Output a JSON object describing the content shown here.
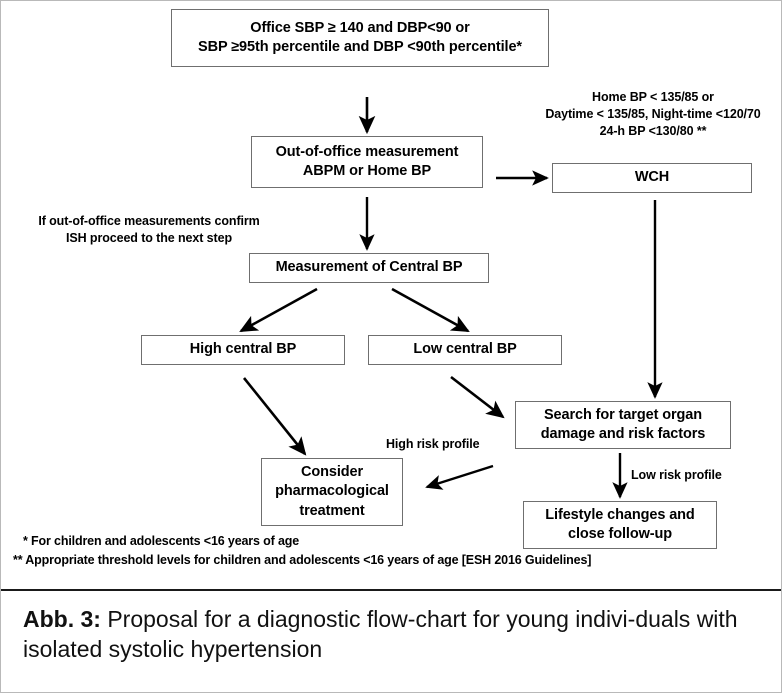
{
  "figure": {
    "nodes": {
      "office_bp": "Office SBP ≥ 140 and DBP<90 or\nSBP ≥95th percentile and DBP <90th percentile*",
      "out_of_office": "Out-of-office measurement\nABPM or Home BP",
      "wch": "WCH",
      "central_bp": "Measurement of Central BP",
      "high_central": "High central BP",
      "low_central": "Low central BP",
      "search_damage": "Search for target organ\ndamage and risk factors",
      "consider_treatment": "Consider\npharmacological\ntreatment",
      "lifestyle": "Lifestyle changes and\nclose follow-up"
    },
    "annotations": {
      "home_bp_criteria": "Home BP < 135/85 or\nDaytime < 135/85, Night-time <120/70\n24-h BP <130/80 **",
      "ish_confirm": "If out-of-office measurements confirm\nISH proceed to the next step"
    },
    "edge_labels": {
      "high_risk": "High risk profile",
      "low_risk": "Low risk profile"
    },
    "footnotes": {
      "one": "* For children and adolescents <16 years of age",
      "two": "** Appropriate threshold levels for children and adolescents <16 years of age [ESH 2016 Guidelines]"
    },
    "colors": {
      "box_border": "#6f6f6f",
      "arrow": "#000000",
      "text": "#000000",
      "background": "#ffffff"
    }
  },
  "caption": {
    "label": "Abb. 3:",
    "text": " Proposal for a diagnostic flow-chart for young indivi-duals with isolated systolic hypertension"
  }
}
